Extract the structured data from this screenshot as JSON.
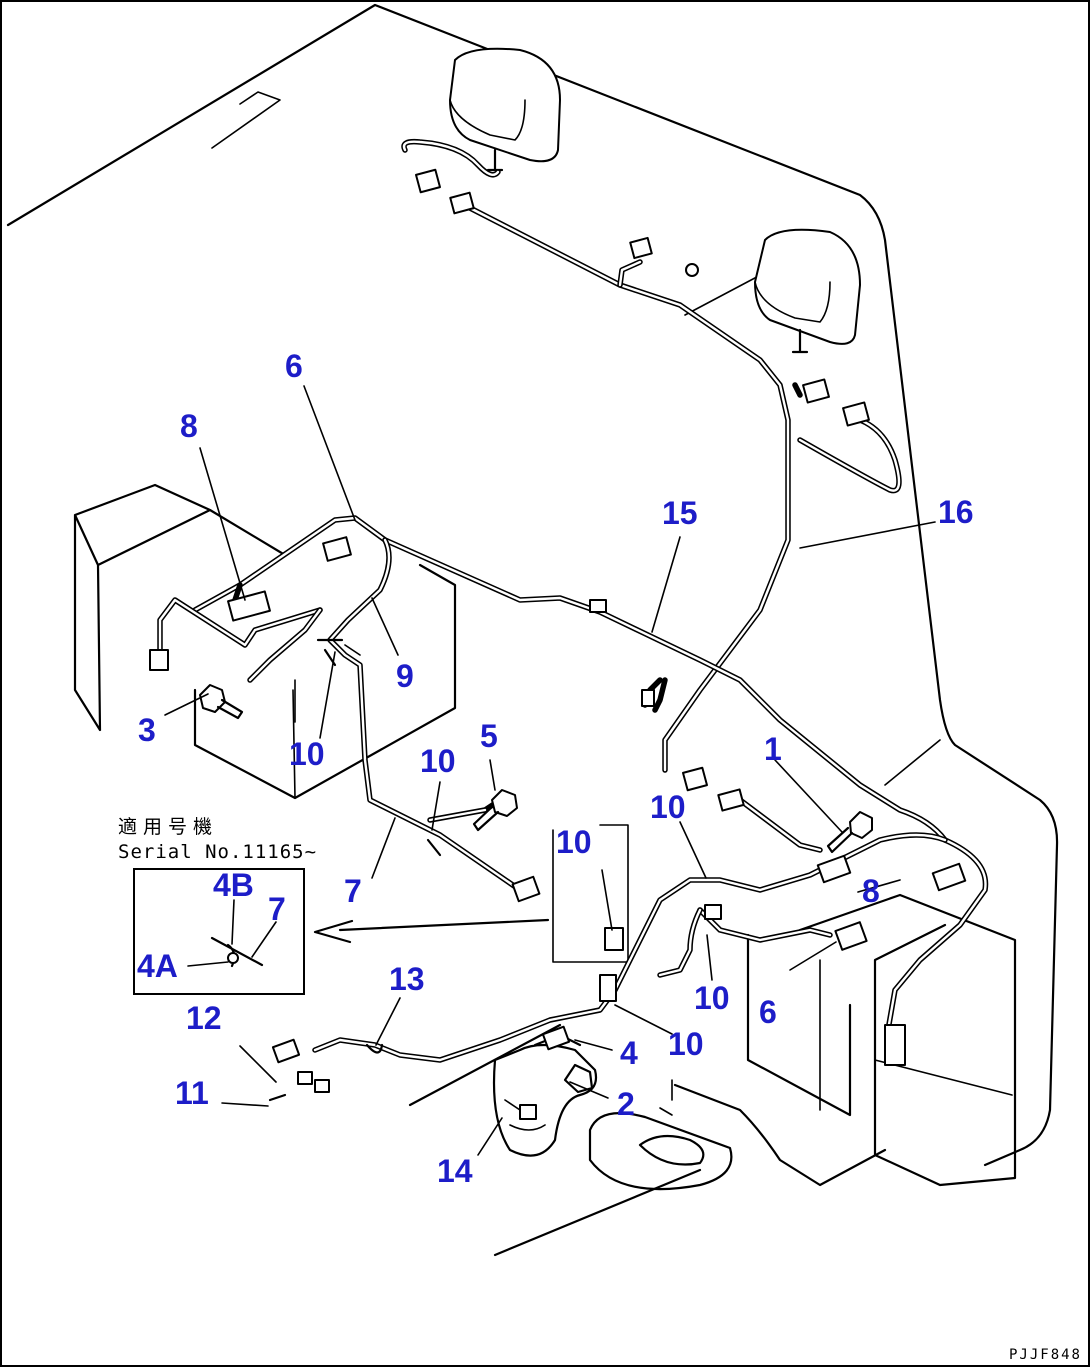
{
  "drawing_code": "PJJF848",
  "applicability_note": {
    "japanese": "適用号機",
    "serial": "Serial No.11165~"
  },
  "inset": {
    "labels": {
      "a": "4A",
      "b": "4B",
      "c": "7"
    }
  },
  "callouts": [
    {
      "id": "c-6-top",
      "text": "6"
    },
    {
      "id": "c-8-left",
      "text": "8"
    },
    {
      "id": "c-15",
      "text": "15"
    },
    {
      "id": "c-16",
      "text": "16"
    },
    {
      "id": "c-9",
      "text": "9"
    },
    {
      "id": "c-3",
      "text": "3"
    },
    {
      "id": "c-10-a",
      "text": "10"
    },
    {
      "id": "c-10-b",
      "text": "10"
    },
    {
      "id": "c-5",
      "text": "5"
    },
    {
      "id": "c-1",
      "text": "1"
    },
    {
      "id": "c-10-c",
      "text": "10"
    },
    {
      "id": "c-10-d",
      "text": "10"
    },
    {
      "id": "c-8-right",
      "text": "8"
    },
    {
      "id": "c-7",
      "text": "7"
    },
    {
      "id": "c-13",
      "text": "13"
    },
    {
      "id": "c-12",
      "text": "12"
    },
    {
      "id": "c-11",
      "text": "11"
    },
    {
      "id": "c-10-e",
      "text": "10"
    },
    {
      "id": "c-6-bottom",
      "text": "6"
    },
    {
      "id": "c-10-f",
      "text": "10"
    },
    {
      "id": "c-4",
      "text": "4"
    },
    {
      "id": "c-2",
      "text": "2"
    },
    {
      "id": "c-14",
      "text": "14"
    }
  ],
  "colors": {
    "callout": "#1d1dc8",
    "line": "#000000",
    "background": "#ffffff"
  }
}
